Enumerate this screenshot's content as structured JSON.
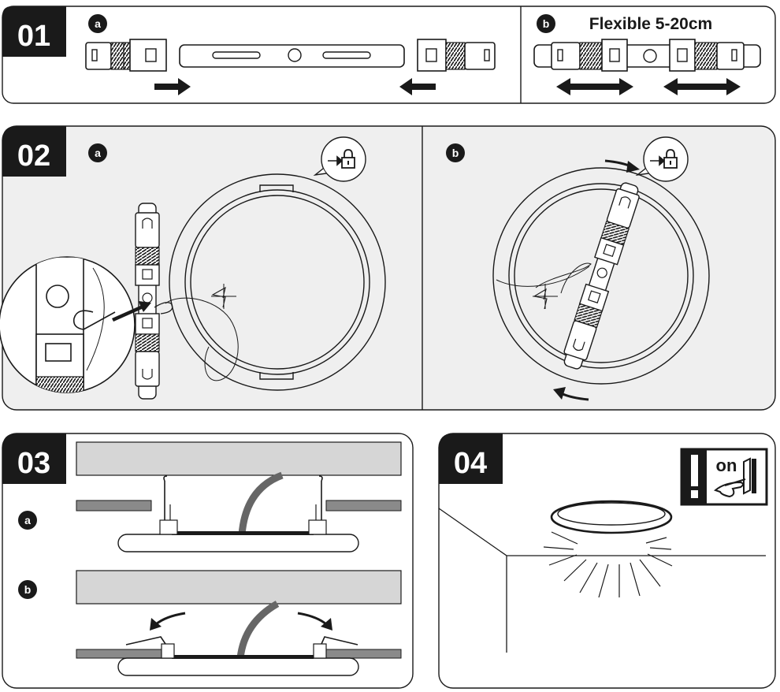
{
  "steps": [
    {
      "number": "01",
      "subs": [
        "a",
        "b"
      ],
      "note_b": "Flexible 5-20cm"
    },
    {
      "number": "02",
      "subs": [
        "a",
        "b"
      ]
    },
    {
      "number": "03",
      "subs": [
        "a",
        "b"
      ]
    },
    {
      "number": "04",
      "switch_label": "on",
      "warning_mark": "!"
    }
  ],
  "colors": {
    "ink": "#1a1a1a",
    "panel_grey": "#efefef",
    "ceiling_grey": "#d6d6d6",
    "tile_grey": "#8a8a8a",
    "cable": "#666666"
  },
  "icons": [
    "arrow-right-icon",
    "arrow-left-icon",
    "double-arrow-icon",
    "lock-icon",
    "rotate-arrow-icon",
    "spring-clip-icon",
    "light-switch-icon",
    "warning-icon"
  ]
}
